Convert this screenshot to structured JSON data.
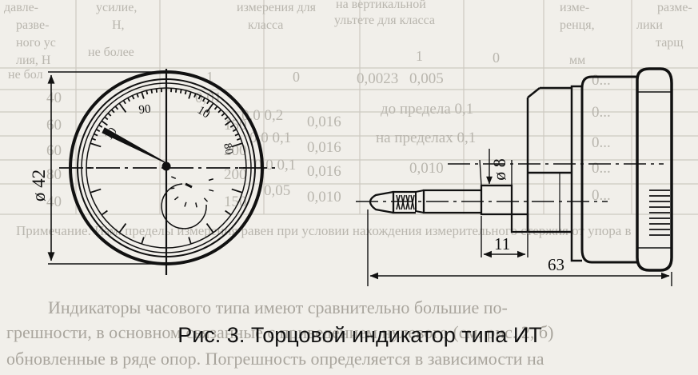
{
  "background_table": {
    "header_fragments": [
      "разме-",
      "давле-",
      "усилие,",
      "измерения для",
      "на вертикальной",
      "изме-",
      "развe-",
      "лики",
      "ного ус",
      "H,",
      "класса",
      "ультете для класса",
      "ренця,",
      "тарщ",
      "лия, Н",
      "не более",
      "мм",
      "не бол"
    ],
    "column_numbers": [
      "0",
      "1",
      "0",
      "1"
    ],
    "rows": [
      [
        "40",
        "0,01",
        "0,0023",
        "0,005",
        "0..."
      ],
      [
        "60",
        "150",
        "0,016",
        "0,0 0,2",
        "до предела 0,1",
        "0..."
      ],
      [
        "60",
        "200",
        "0,016",
        "0,0 0,1",
        "на пределах 0,1",
        "0..."
      ],
      [
        "80",
        "200",
        "0,016",
        "0,0 0,1",
        "0,010",
        "0..."
      ],
      [
        "40",
        "150",
        "0,010",
        "0,05",
        "0..."
      ]
    ],
    "footnote": "Примечание. Изм. пределы измерения равен при условии нахождения измерительного стержня от упора в"
  },
  "bottom_text": {
    "line1": "Индикаторы часового типа имеют сравнительно большие по-",
    "line2": "грешности, в основном связанные с приведением нулевого (см. рис. 2, б)",
    "line3": "обновленные в ряде опор. Погрешность определяется в зависимости на"
  },
  "drawing": {
    "dial": {
      "diameter_label": "ø 42",
      "scale_labels": [
        "90",
        "10",
        "10",
        "80"
      ]
    },
    "side_view": {
      "stem_label": "ø 8",
      "small_length": "11",
      "total_length": "63"
    }
  },
  "caption": "Рис. 3. Торцовой индикатор типа ИТ",
  "colors": {
    "ink": "#111111",
    "paper": "#f1efea",
    "faded_print": "#b9b6ae"
  }
}
